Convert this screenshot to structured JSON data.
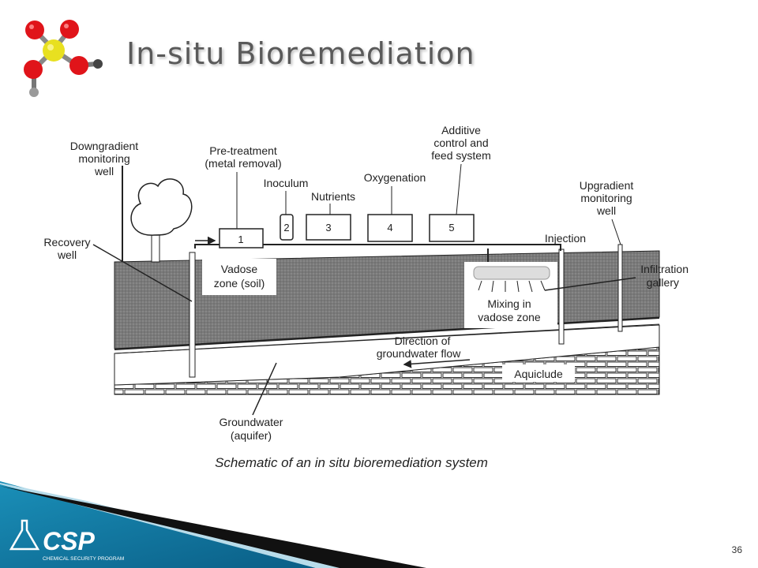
{
  "slide": {
    "title": "In-situ Bioremediation",
    "page_number": "36",
    "logo_text": "CSP",
    "logo_subtext": "CHEMICAL SECURITY PROGRAM"
  },
  "diagram": {
    "caption": "Schematic of an in situ bioremediation system",
    "labels": {
      "downgradient_well": [
        "Downgradient",
        "monitoring",
        "well"
      ],
      "recovery_well": [
        "Recovery",
        "well"
      ],
      "pretreatment": [
        "Pre-treatment",
        "(metal removal)"
      ],
      "inoculum": "Inoculum",
      "nutrients": "Nutrients",
      "oxygenation": "Oxygenation",
      "additive_control": [
        "Additive",
        "control and",
        "feed system"
      ],
      "upgradient_well": [
        "Upgradient",
        "monitoring",
        "well"
      ],
      "injection": "Injection",
      "infiltration_gallery": [
        "Infiltration",
        "gallery"
      ],
      "vadose_zone": [
        "Vadose",
        "zone (soil)"
      ],
      "mixing": [
        "Mixing in",
        "vadose zone"
      ],
      "groundwater_flow": [
        "Direction of",
        "groundwater flow"
      ],
      "aquiclude": "Aquiclude",
      "groundwater_aquifer": [
        "Groundwater",
        "(aquifer)"
      ]
    },
    "boxes": [
      "1",
      "2",
      "3",
      "4",
      "5"
    ]
  }
}
